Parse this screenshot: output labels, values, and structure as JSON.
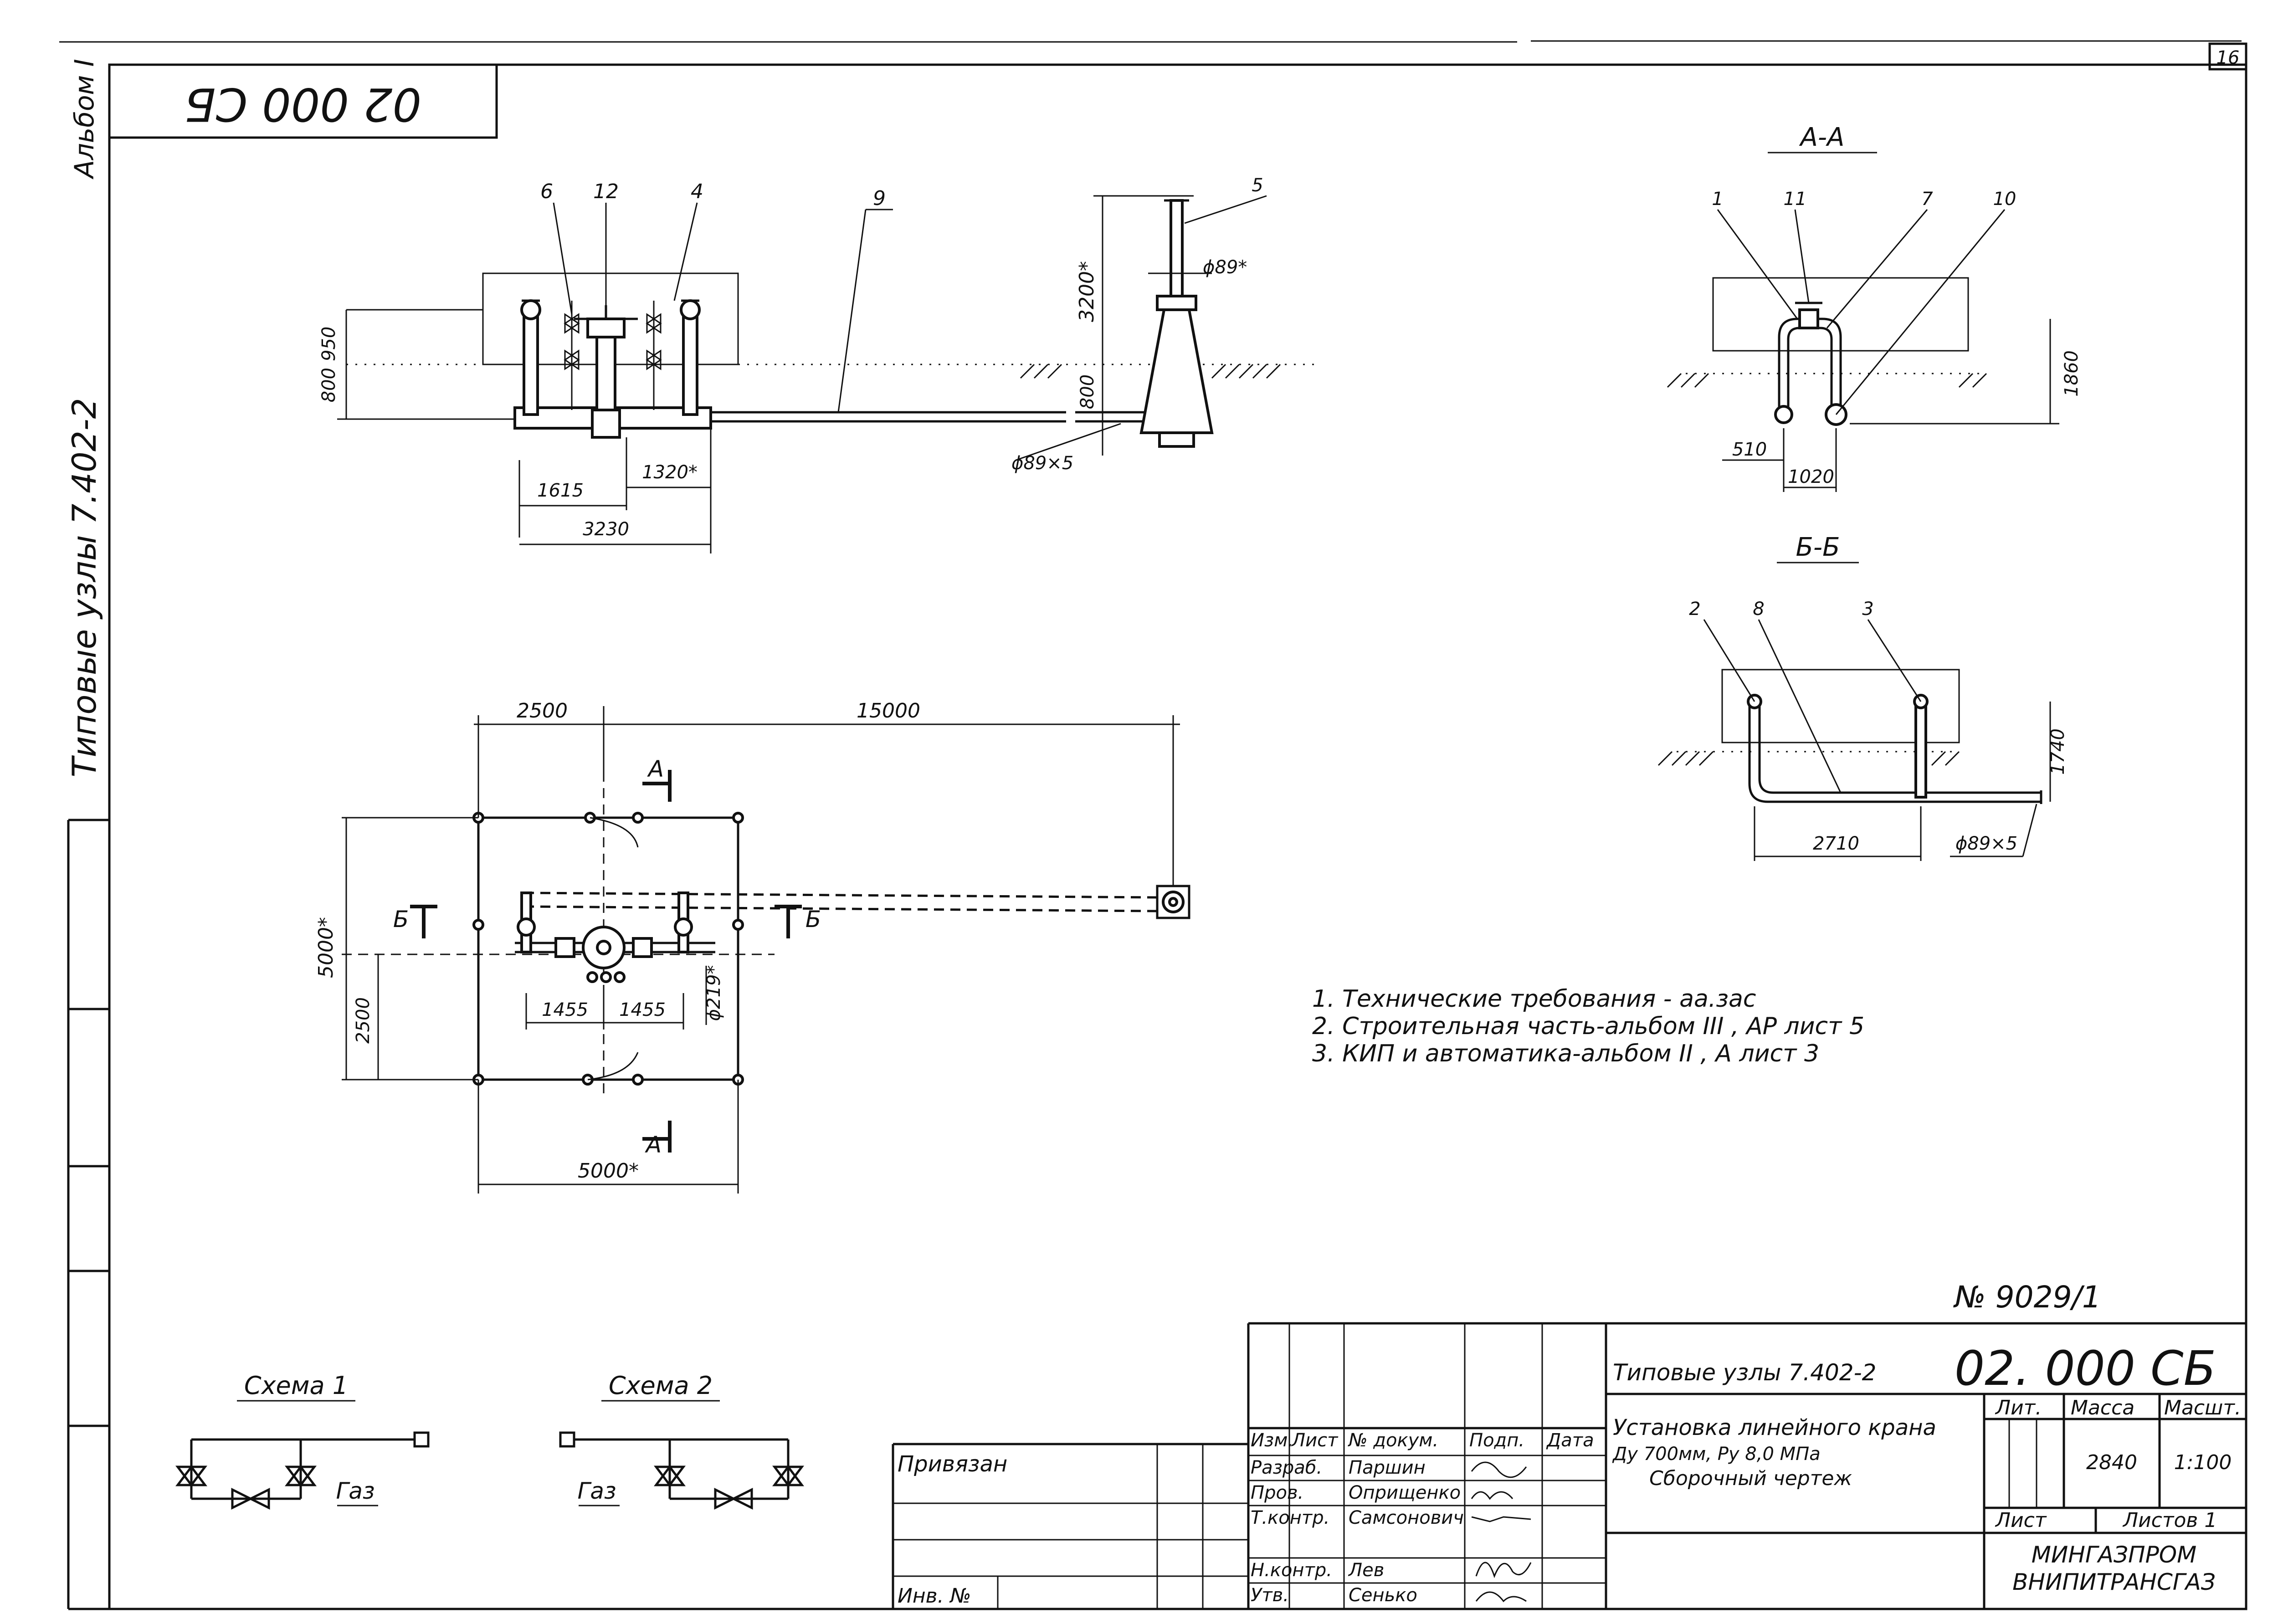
{
  "sheet": {
    "page_number": "16",
    "code_rotated": "02 000 СБ",
    "album_side": "Альбом I",
    "series_side": "Типовые узлы 7.402-2"
  },
  "views": {
    "section_aa_title": "А-А",
    "section_bb_title": "Б-Б",
    "cut_a": "А",
    "cut_b": "Б"
  },
  "callouts": {
    "main": [
      "6",
      "12",
      "4",
      "9",
      "5"
    ],
    "aa": [
      "1",
      "11",
      "7",
      "10"
    ],
    "bb": [
      "2",
      "8",
      "3"
    ]
  },
  "dims": {
    "h800": "800",
    "h950": "950",
    "d1615": "1615",
    "d1320": "1320*",
    "d3230": "3230",
    "h3200": "3200*",
    "h800b": "800",
    "dia89": "ϕ89*",
    "dia89x5": "ϕ89×5",
    "h1860": "1860",
    "d510": "510",
    "d1020": "1020",
    "h1740": "1740",
    "d2710": "2710",
    "dia89x5b": "ϕ89×5",
    "d2500": "2500",
    "d15000": "15000",
    "d5000v": "5000*",
    "d2500v": "2500",
    "d1455a": "1455",
    "d1455b": "1455",
    "dia219": "ϕ219*",
    "d5000h": "5000*"
  },
  "notes": [
    "1. Технические требования - аа.зас",
    "2. Строительная часть-альбом III , АР лист 5",
    "3. КИП и автоматика-альбом  II , А лист  3"
  ],
  "schemes": {
    "scheme1_title": "Схема 1",
    "scheme2_title": "Схема 2",
    "gas_label_1": "Газ",
    "gas_label_2": "Газ"
  },
  "stamp": {
    "doc_number": "№ 9029/1",
    "series": "Типовые узлы 7.402-2",
    "code": "02. 000 СБ",
    "title_line1": "Установка линейного крана",
    "title_line2": "Ду 700мм, Ру 8,0 МПа",
    "title_line3": "Сборочный чертеж",
    "col_izm": "Изм.",
    "col_list": "Лист",
    "col_docnum": "№ докум.",
    "col_podp": "Подп.",
    "col_data": "Дата",
    "row_razrab": "Разраб.",
    "row_prov": "Пров.",
    "row_tkontr": "Т.контр.",
    "row_nkontr": "Н.контр.",
    "row_utv": "Утв.",
    "name_razrab": "Паршин",
    "name_prov": "Оприщенко",
    "name_tkontr": "Самсонович",
    "name_nkontr": "Лев",
    "name_utv": "Сенько",
    "lit": "Лит.",
    "massa": "Масса",
    "masshtab": "Масшт.",
    "massa_value": "2840",
    "masshtab_value": "1:100",
    "list": "Лист",
    "listov": "Листов 1",
    "org1": "МИНГАЗПРОМ",
    "org2": "ВНИПИТРАНСГАЗ",
    "privyazan": "Привязан",
    "inv": "Инв. №"
  }
}
